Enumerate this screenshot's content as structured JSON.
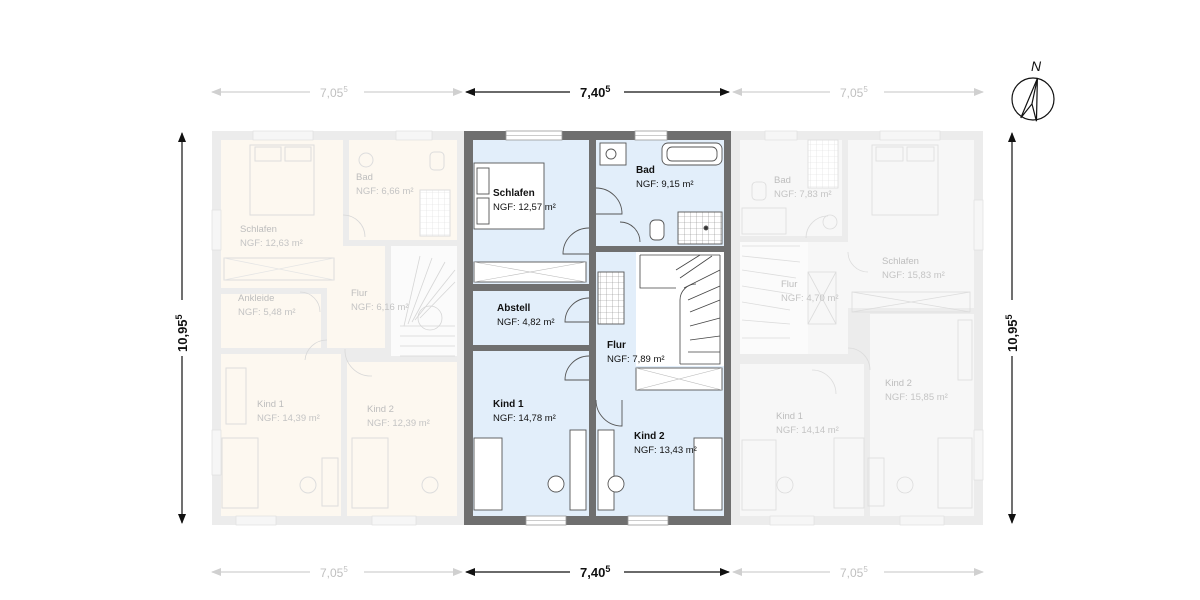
{
  "compass": {
    "label": "N"
  },
  "dimensions": {
    "top_left": "7,05",
    "top_center": "7,40",
    "top_right": "7,05",
    "bottom_left": "7,05",
    "bottom_center": "7,40",
    "bottom_right": "7,05",
    "side_left": "10,95",
    "side_right": "10,95",
    "superscript": "5"
  },
  "rooms_center": [
    {
      "name": "Schlafen",
      "area": "NGF: 12,57 m²"
    },
    {
      "name": "Bad",
      "area": "NGF: 9,15 m²"
    },
    {
      "name": "Abstell",
      "area": "NGF: 4,82 m²"
    },
    {
      "name": "Flur",
      "area": "NGF: 7,89 m²"
    },
    {
      "name": "Kind 1",
      "area": "NGF: 14,78 m²"
    },
    {
      "name": "Kind 2",
      "area": "NGF: 13,43 m²"
    }
  ],
  "rooms_left": [
    {
      "name": "Bad",
      "area": "NGF: 6,66 m²"
    },
    {
      "name": "Schlafen",
      "area": "NGF: 12,63 m²"
    },
    {
      "name": "Ankleide",
      "area": "NGF: 5,48 m²"
    },
    {
      "name": "Flur",
      "area": "NGF: 6,16 m²"
    },
    {
      "name": "Kind 1",
      "area": "NGF: 14,39 m²"
    },
    {
      "name": "Kind 2",
      "area": "NGF: 12,39 m²"
    }
  ],
  "rooms_right": [
    {
      "name": "Bad",
      "area": "NGF: 7,83 m²"
    },
    {
      "name": "Schlafen",
      "area": "NGF: 15,83 m²"
    },
    {
      "name": "Flur",
      "area": "NGF: 4,70 m²"
    },
    {
      "name": "Kind 2",
      "area": "NGF: 15,85 m²"
    },
    {
      "name": "Kind 1",
      "area": "NGF: 14,14 m²"
    }
  ]
}
